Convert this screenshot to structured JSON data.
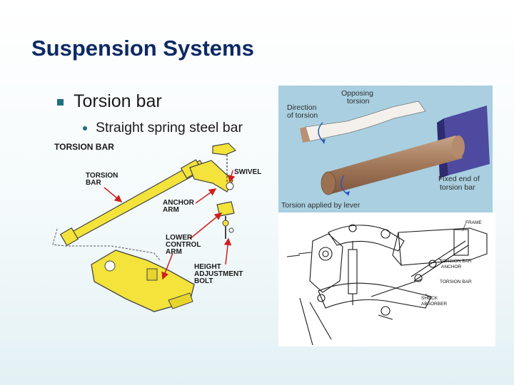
{
  "slide": {
    "title": "Suspension Systems",
    "bullet_level1": "Torsion bar",
    "bullet_level2": "Straight spring steel bar"
  },
  "diagram_left": {
    "heading": "TORSION BAR",
    "label_torsion_bar_1": "TORSION",
    "label_torsion_bar_2": "BAR",
    "label_swivel": "SWIVEL",
    "label_anchor_1": "ANCHOR",
    "label_anchor_2": "ARM",
    "label_lower_1": "LOWER",
    "label_lower_2": "CONTROL",
    "label_lower_3": "ARM",
    "label_height_1": "HEIGHT",
    "label_height_2": "ADJUSTMENT",
    "label_height_3": "BOLT"
  },
  "diagram_top_right": {
    "label_opposing_1": "Opposing",
    "label_opposing_2": "torsion",
    "label_direction_1": "Direction",
    "label_direction_2": "of torsion",
    "label_fixed_1": "Fixed end of",
    "label_fixed_2": "torsion bar",
    "label_applied": "Torsion applied by lever"
  },
  "diagram_bottom_right": {
    "label_frame": "FRAME",
    "label_anchor_1": "TORSION BAR",
    "label_anchor_2": "ANCHOR",
    "label_torsion": "TORSION BAR",
    "label_shock_1": "SHOCK",
    "label_shock_2": "ABSORBER"
  },
  "colors": {
    "title": "#0d2a63",
    "bullet": "#1f6d80",
    "yellow_part": "#f3e33a",
    "callout_red": "#d21f1f"
  }
}
